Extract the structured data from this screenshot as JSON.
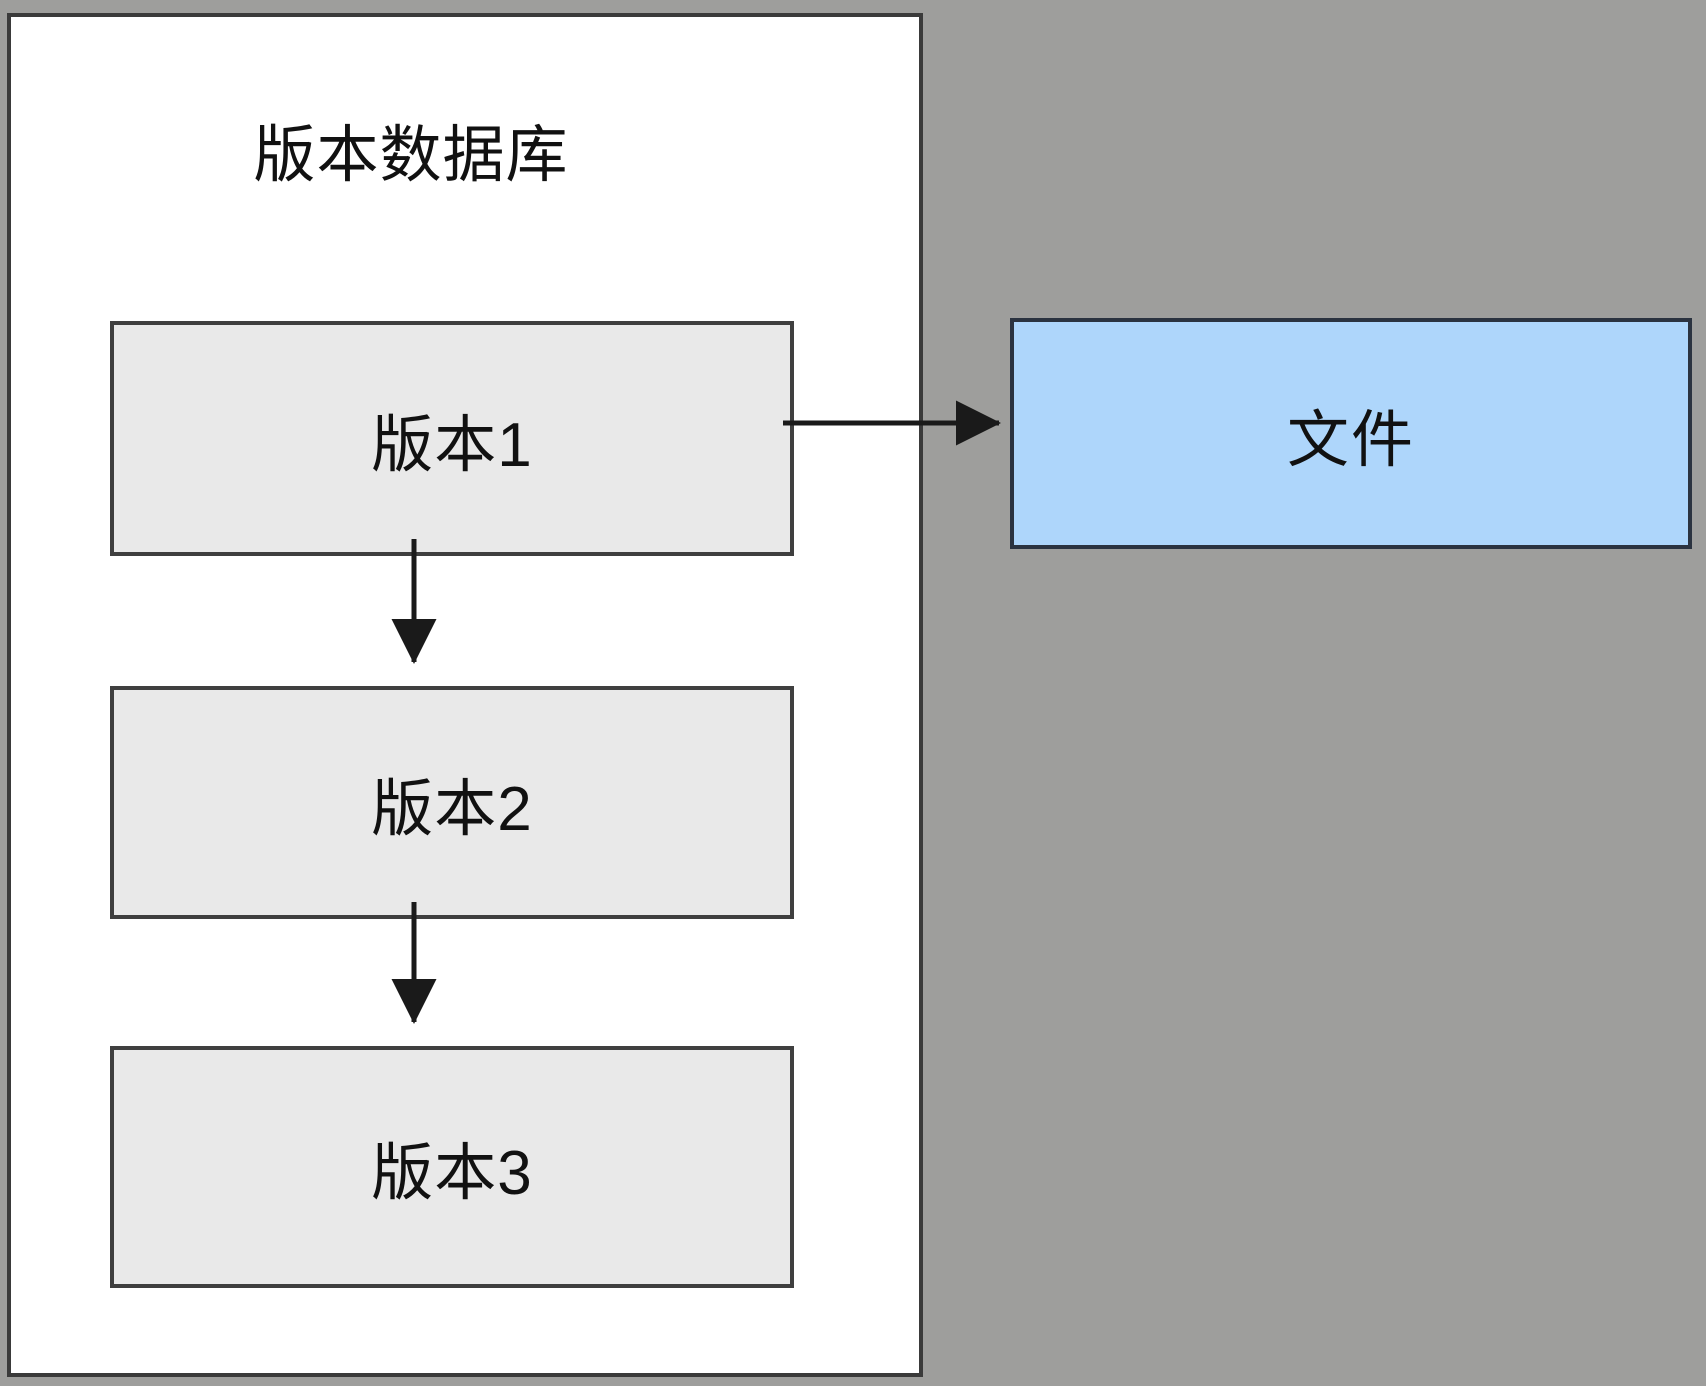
{
  "diagram": {
    "title_container": "版本数据库",
    "background_color": "#9e9e9c",
    "container_fill": "#ffffff",
    "container_border": "#3a3a3a",
    "version_box_fill": "#e9e9e9",
    "version_box_border": "#3f3f3f",
    "file_box_fill": "#aed6fb",
    "file_box_border": "#2b3340",
    "edge_color": "#1a1a1a",
    "versions": [
      {
        "label": "版本1"
      },
      {
        "label": "版本2"
      },
      {
        "label": "版本3"
      }
    ],
    "file": {
      "label": "文件"
    },
    "edges": [
      {
        "from": "版本1",
        "to": "文件",
        "direction": "right",
        "arrowhead": true
      },
      {
        "from": "版本1",
        "to": "版本2",
        "direction": "down",
        "arrowhead": true
      },
      {
        "from": "版本2",
        "to": "版本3",
        "direction": "down",
        "arrowhead": true
      }
    ]
  }
}
